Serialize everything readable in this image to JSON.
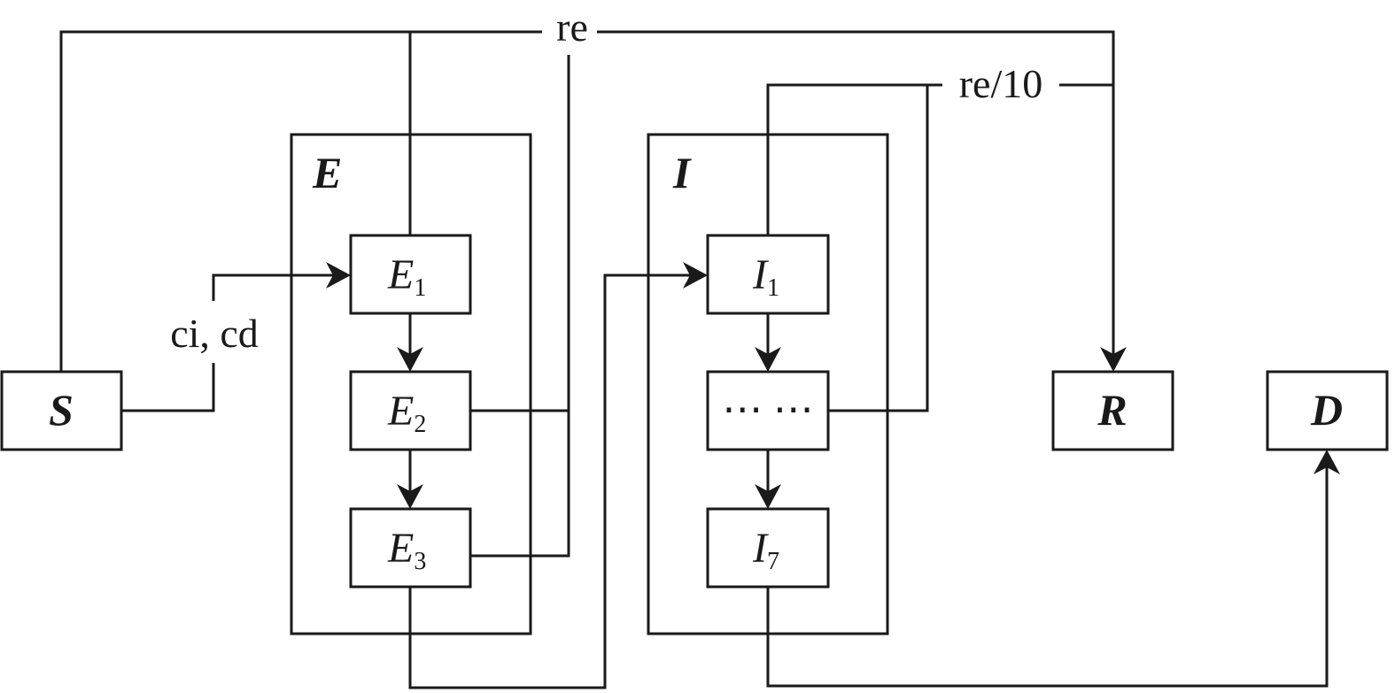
{
  "nodes": {
    "S": "S",
    "E1": {
      "main": "E",
      "sub": "1"
    },
    "E2": {
      "main": "E",
      "sub": "2"
    },
    "E3": {
      "main": "E",
      "sub": "3"
    },
    "I1": {
      "main": "I",
      "sub": "1"
    },
    "I_mid": "⋯ ⋯",
    "I7": {
      "main": "I",
      "sub": "7"
    },
    "R": "R",
    "D": "D"
  },
  "groups": {
    "E": "E",
    "I": "I"
  },
  "edge_labels": {
    "infection": "ci, cd",
    "recovery_exposed": "re",
    "recovery_infected": "re/10"
  }
}
